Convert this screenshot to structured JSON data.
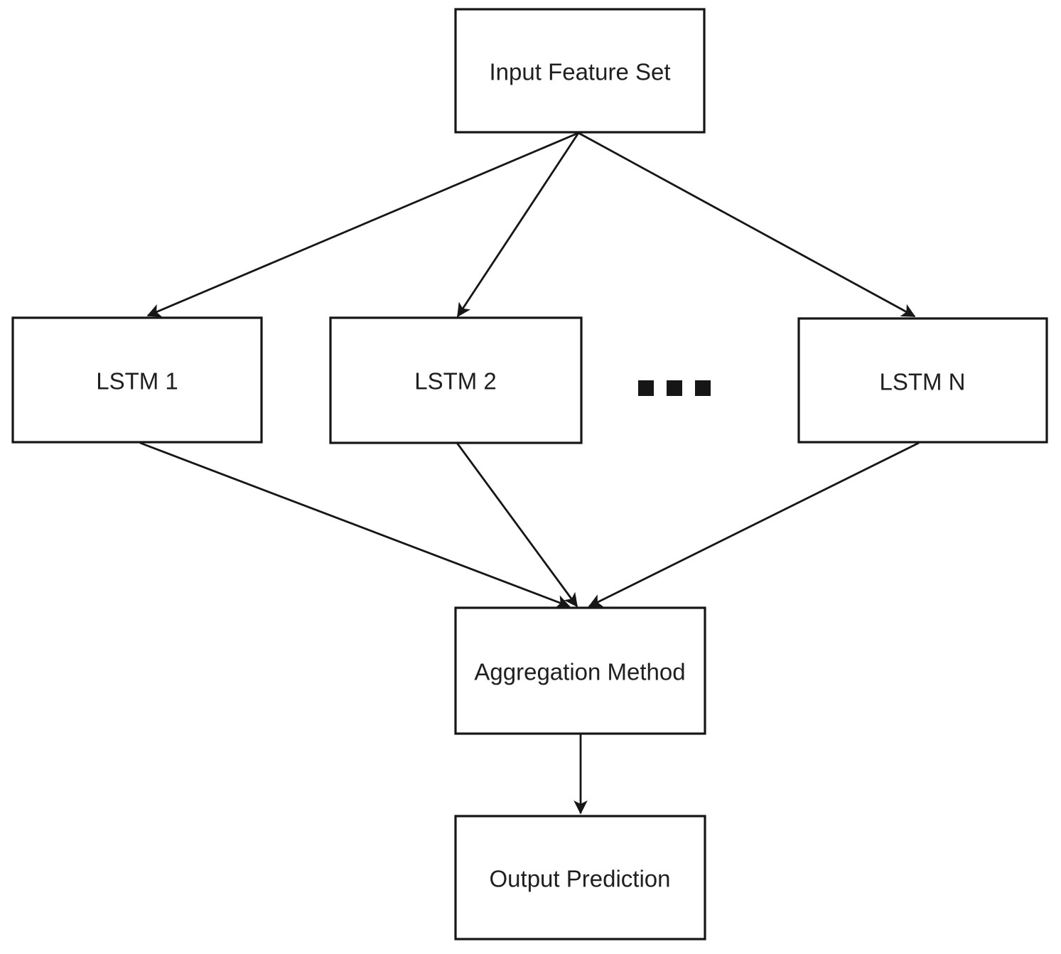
{
  "diagram": {
    "type": "flowchart",
    "nodes": {
      "input": {
        "label": "Input Feature Set"
      },
      "lstm1": {
        "label": "LSTM 1"
      },
      "lstm2": {
        "label": "LSTM 2"
      },
      "lstmN": {
        "label": "LSTM N"
      },
      "aggregation": {
        "label": "Aggregation Method"
      },
      "output": {
        "label": "Output Prediction"
      }
    },
    "ellipsis": {
      "description": "three filled squares between LSTM 2 and LSTM N",
      "count": 3
    },
    "edges": [
      {
        "from": "Input Feature Set",
        "to": "LSTM 1"
      },
      {
        "from": "Input Feature Set",
        "to": "LSTM 2"
      },
      {
        "from": "Input Feature Set",
        "to": "LSTM N"
      },
      {
        "from": "LSTM 1",
        "to": "Aggregation Method"
      },
      {
        "from": "LSTM 2",
        "to": "Aggregation Method"
      },
      {
        "from": "LSTM N",
        "to": "Aggregation Method"
      },
      {
        "from": "Aggregation Method",
        "to": "Output Prediction"
      }
    ],
    "colors": {
      "stroke": "#161616",
      "text": "#1f1f1f",
      "background": "#ffffff"
    }
  }
}
